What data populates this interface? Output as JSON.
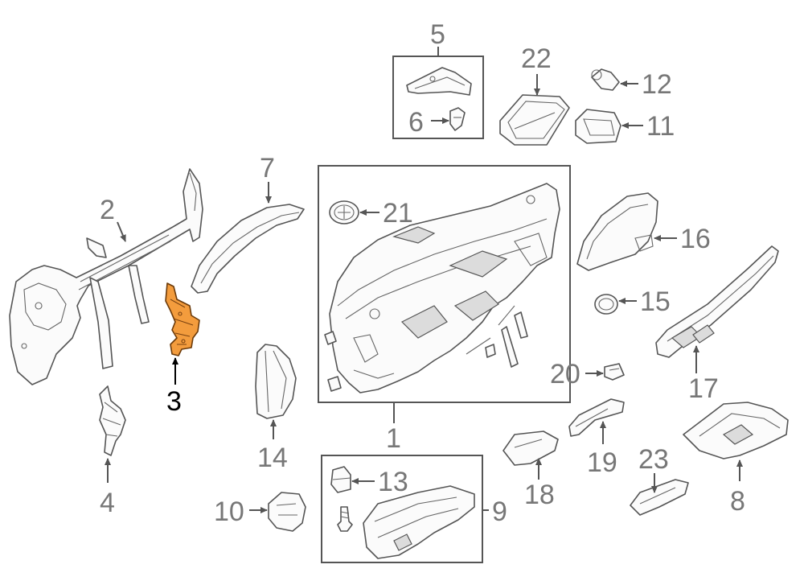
{
  "diagram": {
    "highlighted_part": "3",
    "highlight_color": "#f39c3d",
    "line_color": "#555555",
    "label_color": "#777777",
    "highlight_label_color": "#000000",
    "callouts": {
      "c1": "1",
      "c2": "2",
      "c3": "3",
      "c4": "4",
      "c5": "5",
      "c6": "6",
      "c7": "7",
      "c8": "8",
      "c9": "9",
      "c10": "10",
      "c11": "11",
      "c12": "12",
      "c13": "13",
      "c14": "14",
      "c15": "15",
      "c16": "16",
      "c17": "17",
      "c18": "18",
      "c19": "19",
      "c20": "20",
      "c21": "21",
      "c22": "22",
      "c23": "23"
    }
  }
}
